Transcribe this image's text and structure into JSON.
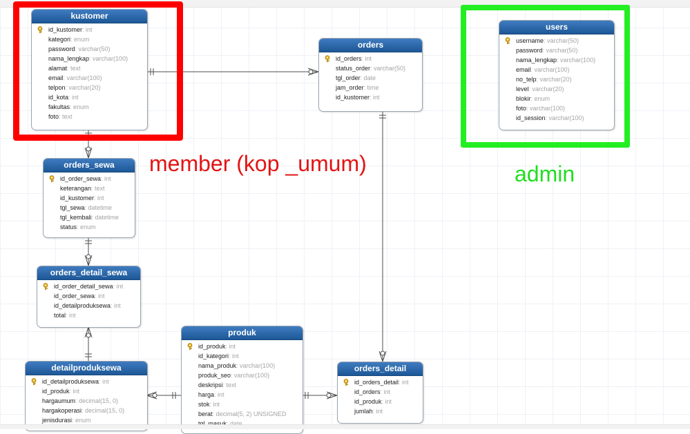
{
  "labels": {
    "member": "member (kop _umum)",
    "admin": "admin"
  },
  "colors": {
    "header_gradient_top": "#3f7cc0",
    "header_gradient_bottom": "#1d5796",
    "member_frame": "#ff0000",
    "admin_frame": "#22ee22",
    "member_label": "#e31414",
    "admin_label": "#22dd22",
    "key_icon": "#e6b422"
  },
  "tables": {
    "kustomer": {
      "name": "kustomer",
      "fields": [
        {
          "name": "id_kustomer",
          "type": ": int",
          "key": true
        },
        {
          "name": "kategori",
          "type": ": enum"
        },
        {
          "name": "password",
          "type": ": varchar(50)"
        },
        {
          "name": "nama_lengkap",
          "type": ": varchar(100)"
        },
        {
          "name": "alamat",
          "type": ": text"
        },
        {
          "name": "email",
          "type": ": varchar(100)"
        },
        {
          "name": "telpon",
          "type": ": varchar(20)"
        },
        {
          "name": "id_kota",
          "type": ": int"
        },
        {
          "name": "fakultas",
          "type": ": enum"
        },
        {
          "name": "foto",
          "type": ": text"
        }
      ]
    },
    "orders": {
      "name": "orders",
      "fields": [
        {
          "name": "id_orders",
          "type": ": int",
          "key": true
        },
        {
          "name": "status_order",
          "type": ": varchar(50)"
        },
        {
          "name": "tgl_order",
          "type": ": date"
        },
        {
          "name": "jam_order",
          "type": ": time"
        },
        {
          "name": "id_kustomer",
          "type": ": int"
        }
      ]
    },
    "users": {
      "name": "users",
      "fields": [
        {
          "name": "username",
          "type": ": varchar(50)",
          "key": true
        },
        {
          "name": "password",
          "type": ": varchar(50)"
        },
        {
          "name": "nama_lengkap",
          "type": ": varchar(100)"
        },
        {
          "name": "email",
          "type": ": varchar(100)"
        },
        {
          "name": "no_telp",
          "type": ": varchar(20)"
        },
        {
          "name": "level",
          "type": ": varchar(20)"
        },
        {
          "name": "blokir",
          "type": ": enum"
        },
        {
          "name": "foto",
          "type": ": varchar(100)"
        },
        {
          "name": "id_session",
          "type": ": varchar(100)"
        }
      ]
    },
    "orders_sewa": {
      "name": "orders_sewa",
      "fields": [
        {
          "name": "id_order_sewa",
          "type": ": int",
          "key": true
        },
        {
          "name": "keterangan",
          "type": ": text"
        },
        {
          "name": "id_kustomer",
          "type": ": int"
        },
        {
          "name": "tgl_sewa",
          "type": ": datetime"
        },
        {
          "name": "tgl_kembali",
          "type": ": datetime"
        },
        {
          "name": "status",
          "type": ": enum"
        }
      ]
    },
    "orders_detail_sewa": {
      "name": "orders_detail_sewa",
      "fields": [
        {
          "name": "id_order_detail_sewa",
          "type": ": int",
          "key": true
        },
        {
          "name": "id_order_sewa",
          "type": ": int"
        },
        {
          "name": "id_detailproduksewa",
          "type": ": int"
        },
        {
          "name": "total",
          "type": ": int"
        }
      ]
    },
    "detailproduksewa": {
      "name": "detailproduksewa",
      "fields": [
        {
          "name": "id_detailproduksewa",
          "type": ": int",
          "key": true
        },
        {
          "name": "id_produk",
          "type": ": int"
        },
        {
          "name": "hargaumum",
          "type": ": decimal(15, 0)"
        },
        {
          "name": "hargakoperasi",
          "type": ": decimal(15, 0)"
        },
        {
          "name": "jenisdurasi",
          "type": ": enum"
        }
      ]
    },
    "produk": {
      "name": "produk",
      "fields": [
        {
          "name": "id_produk",
          "type": ": int",
          "key": true
        },
        {
          "name": "id_kategori",
          "type": ": int"
        },
        {
          "name": "nama_produk",
          "type": ": varchar(100)"
        },
        {
          "name": "produk_seo",
          "type": ": varchar(100)"
        },
        {
          "name": "deskripsi",
          "type": ": text"
        },
        {
          "name": "harga",
          "type": ": int"
        },
        {
          "name": "stok",
          "type": ": int"
        },
        {
          "name": "berat",
          "type": ": decimal(5, 2) UNSIGNED"
        },
        {
          "name": "tgl_masuk",
          "type": ": date"
        }
      ]
    },
    "orders_detail": {
      "name": "orders_detail",
      "fields": [
        {
          "name": "id_orders_detail",
          "type": ": int",
          "key": true
        },
        {
          "name": "id_orders",
          "type": ": int"
        },
        {
          "name": "id_produk",
          "type": ": int"
        },
        {
          "name": "jumlah",
          "type": ": int"
        }
      ]
    }
  }
}
